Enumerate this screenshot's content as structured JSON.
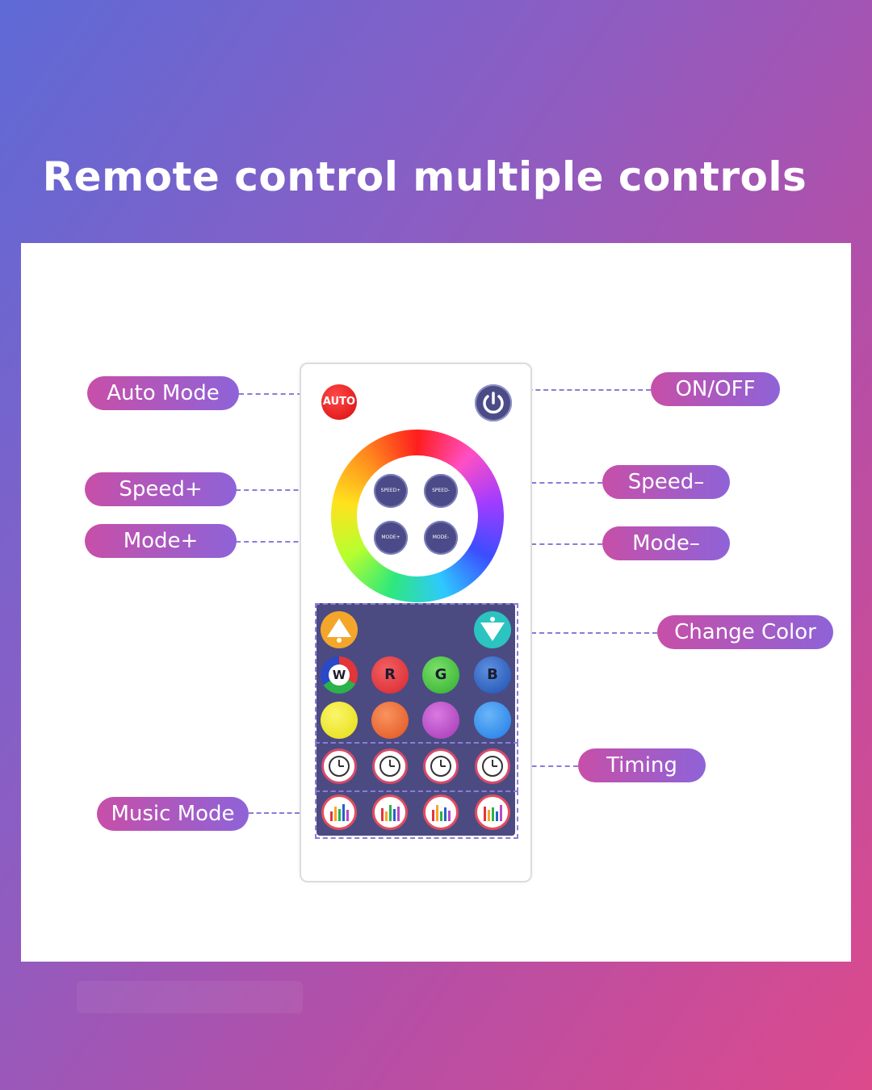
{
  "title": "Remote control multiple controls",
  "labels": {
    "auto_mode": "Auto Mode",
    "on_off": "ON/OFF",
    "speed_plus": "Speed+",
    "speed_minus": "Speed–",
    "mode_plus": "Mode+",
    "mode_minus": "Mode–",
    "change_color": "Change Color",
    "timing": "Timing",
    "music_mode": "Music Mode"
  },
  "remote": {
    "auto_label": "AUTO",
    "speed_plus_label": "SPEED+",
    "speed_minus_label": "SPEED-",
    "mode_plus_label": "MODE+",
    "mode_minus_label": "MODE-",
    "color_letters": [
      "W",
      "R",
      "G",
      "B"
    ],
    "colors": {
      "orange_up": "#f4a62a",
      "teal_down": "#2bc4c0",
      "red": "#e2353a",
      "green": "#3fc43a",
      "blue": "#2563c9",
      "yellow": "#f4ee2a",
      "dark_orange": "#ee6a34",
      "purple": "#b94ac6",
      "light_blue": "#2c8ef0"
    },
    "icons": [
      "power-icon",
      "arrow-up-icon",
      "arrow-down-icon",
      "clock-icon",
      "equalizer-icon"
    ]
  }
}
